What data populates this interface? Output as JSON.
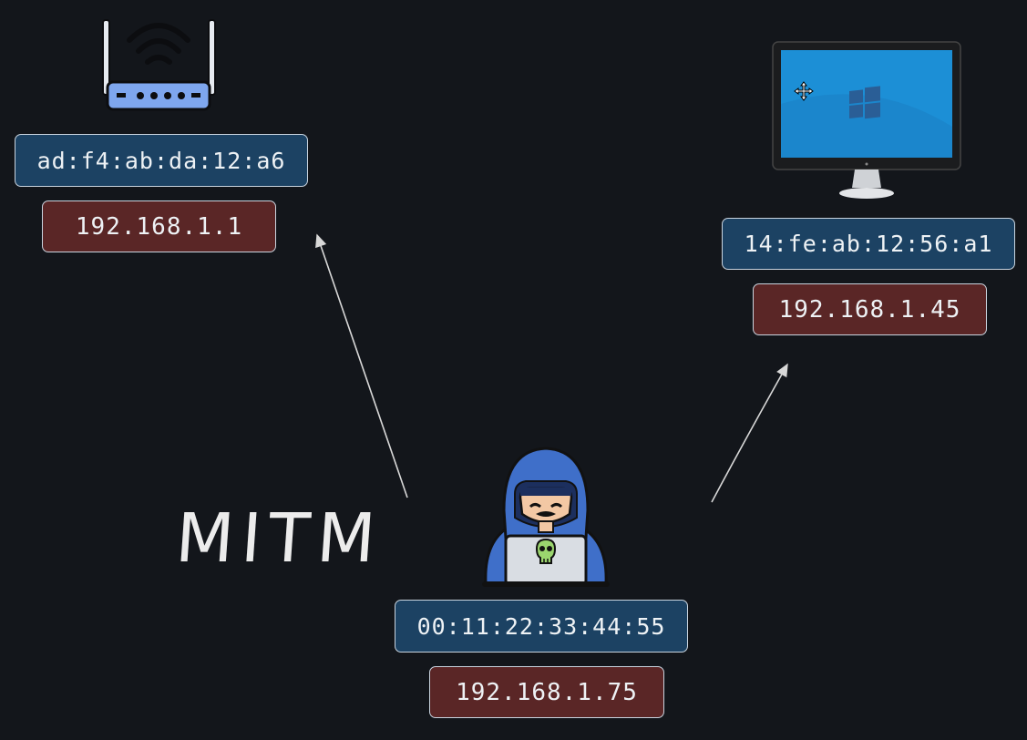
{
  "diagram": {
    "title": "MITM",
    "router": {
      "icon": "wifi-router-icon",
      "mac": "ad:f4:ab:da:12:a6",
      "ip": "192.168.1.1"
    },
    "victim": {
      "icon": "windows-monitor-icon",
      "mac": "14:fe:ab:12:56:a1",
      "ip": "192.168.1.45"
    },
    "attacker": {
      "icon": "hooded-hacker-icon",
      "mac": "00:11:22:33:44:55",
      "ip": "192.168.1.75"
    }
  },
  "colors": {
    "background": "#13161b",
    "mac_box": "#1c4263",
    "ip_box": "#5a2626",
    "arrow": "#d8d8d8"
  }
}
